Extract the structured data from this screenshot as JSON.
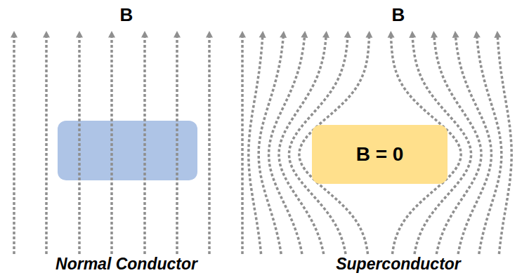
{
  "diagram": {
    "nodes": [
      {
        "text": [
          "B = 0"
        ]
      }
    ],
    "labels": [
      "B",
      "B",
      "Normal Conductor",
      "Superconductor"
    ]
  }
}
